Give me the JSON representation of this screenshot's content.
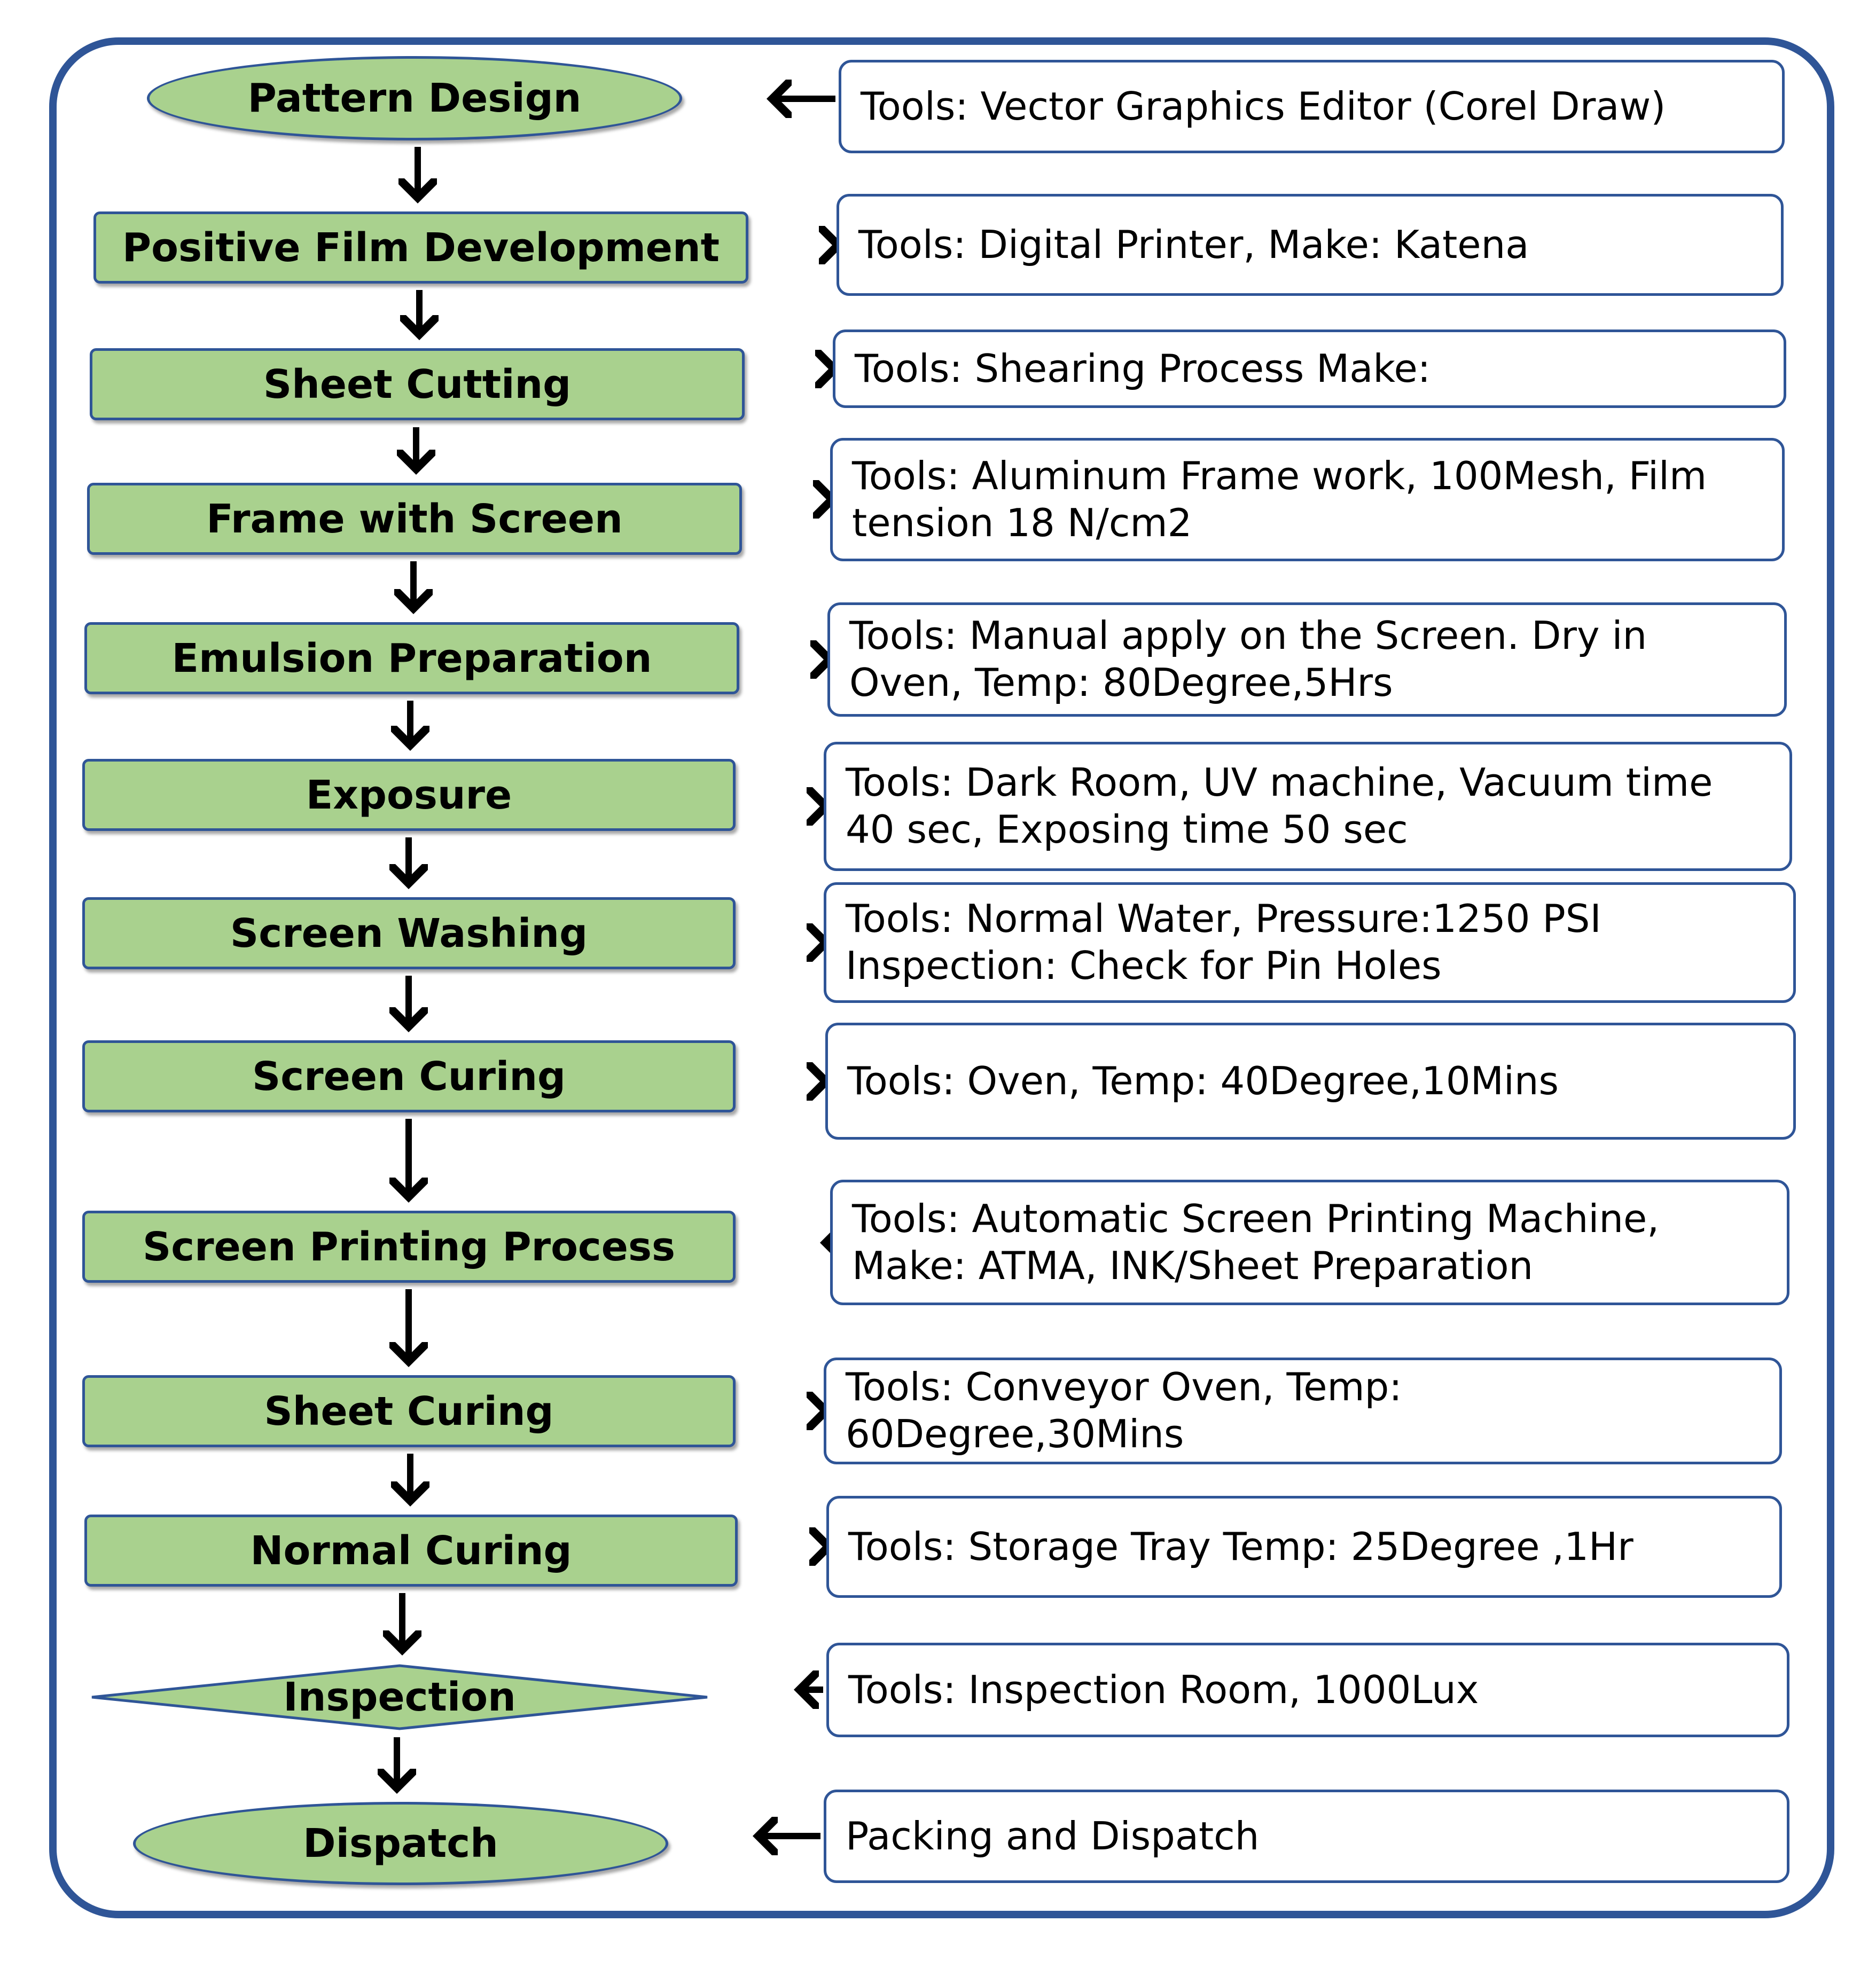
{
  "process": {
    "steps": [
      {
        "label": "Pattern Design",
        "shape": "oval"
      },
      {
        "label": "Positive Film Development",
        "shape": "rect"
      },
      {
        "label": "Sheet Cutting",
        "shape": "rect"
      },
      {
        "label": "Frame with Screen",
        "shape": "rect"
      },
      {
        "label": "Emulsion Preparation",
        "shape": "rect"
      },
      {
        "label": "Exposure",
        "shape": "rect"
      },
      {
        "label": "Screen Washing",
        "shape": "rect"
      },
      {
        "label": "Screen Curing",
        "shape": "rect"
      },
      {
        "label": "Screen Printing Process",
        "shape": "rect"
      },
      {
        "label": "Sheet Curing",
        "shape": "rect"
      },
      {
        "label": "Normal Curing",
        "shape": "rect"
      },
      {
        "label": "Inspection",
        "shape": "diamond"
      },
      {
        "label": "Dispatch",
        "shape": "oval"
      }
    ],
    "tools": [
      "Tools: Vector Graphics Editor (Corel Draw)",
      "Tools: Digital Printer, Make: Katena",
      "Tools: Shearing Process Make:",
      "Tools: Aluminum Frame work, 100Mesh, Film\ntension 18 N/cm2",
      "Tools: Manual apply on the Screen. Dry in\nOven, Temp: 80Degree,5Hrs",
      "Tools: Dark Room, UV machine, Vacuum time\n40 sec, Exposing time 50 sec",
      "Tools: Normal Water, Pressure:1250 PSI\nInspection: Check for Pin Holes",
      "Tools: Oven, Temp: 40Degree,10Mins",
      "Tools: Automatic Screen Printing Machine,\nMake: ATMA, INK/Sheet Preparation",
      "Tools: Conveyor Oven, Temp:\n60Degree,30Mins",
      "Tools: Storage Tray Temp: 25Degree ,1Hr",
      "Tools: Inspection Room, 1000Lux",
      "Packing and Dispatch"
    ]
  },
  "colors": {
    "step_fill": "#a9d18e",
    "border": "#2f5597",
    "arrow": "#000000"
  }
}
